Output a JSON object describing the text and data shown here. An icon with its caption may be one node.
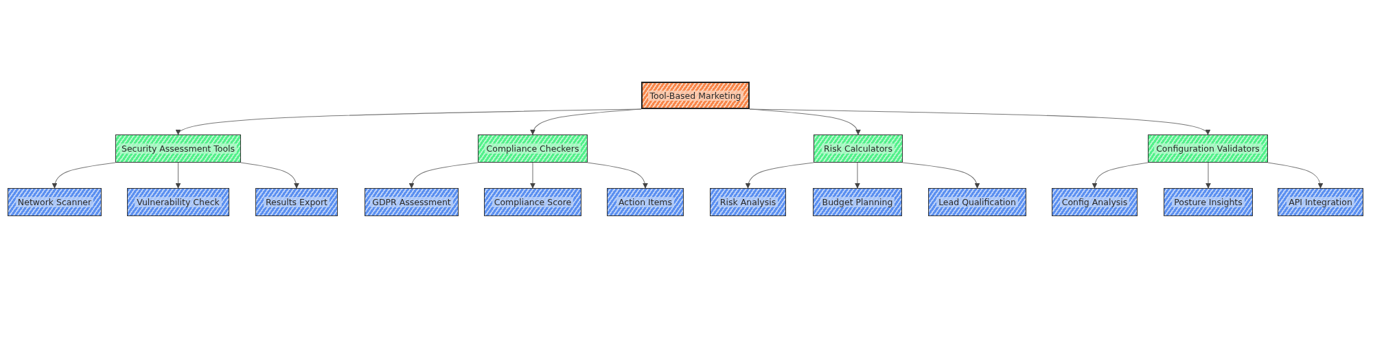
{
  "diagram": {
    "nodes": [
      {
        "text": [
          "Tool-Based Marketing"
        ]
      },
      {
        "text": [
          "Security Assessment Tools"
        ]
      },
      {
        "text": [
          "Compliance Checkers"
        ]
      },
      {
        "text": [
          "Risk Calculators"
        ]
      },
      {
        "text": [
          "Configuration Validators"
        ]
      },
      {
        "text": [
          "Network Scanner"
        ]
      },
      {
        "text": [
          "Vulnerability Check"
        ]
      },
      {
        "text": [
          "Results Export"
        ]
      },
      {
        "text": [
          "GDPR Assessment"
        ]
      },
      {
        "text": [
          "Compliance Score"
        ]
      },
      {
        "text": [
          "Action Items"
        ]
      },
      {
        "text": [
          "Risk Analysis"
        ]
      },
      {
        "text": [
          "Budget Planning"
        ]
      },
      {
        "text": [
          "Lead Qualification"
        ]
      },
      {
        "text": [
          "Config Analysis"
        ]
      },
      {
        "text": [
          "Posture Insights"
        ]
      },
      {
        "text": [
          "API Integration"
        ]
      }
    ],
    "edges": [
      {
        "from": 0,
        "to": 1,
        "arrow": "to"
      },
      {
        "from": 0,
        "to": 2,
        "arrow": "to"
      },
      {
        "from": 0,
        "to": 3,
        "arrow": "to"
      },
      {
        "from": 0,
        "to": 4,
        "arrow": "to"
      },
      {
        "from": 1,
        "to": 5,
        "arrow": "to"
      },
      {
        "from": 1,
        "to": 6,
        "arrow": "to"
      },
      {
        "from": 1,
        "to": 7,
        "arrow": "to"
      },
      {
        "from": 2,
        "to": 8,
        "arrow": "to"
      },
      {
        "from": 2,
        "to": 9,
        "arrow": "to"
      },
      {
        "from": 2,
        "to": 10,
        "arrow": "to"
      },
      {
        "from": 3,
        "to": 11,
        "arrow": "to"
      },
      {
        "from": 3,
        "to": 12,
        "arrow": "to"
      },
      {
        "from": 3,
        "to": 13,
        "arrow": "to"
      },
      {
        "from": 4,
        "to": 14,
        "arrow": "to"
      },
      {
        "from": 4,
        "to": 15,
        "arrow": "to"
      },
      {
        "from": 4,
        "to": 16,
        "arrow": "to"
      }
    ]
  }
}
